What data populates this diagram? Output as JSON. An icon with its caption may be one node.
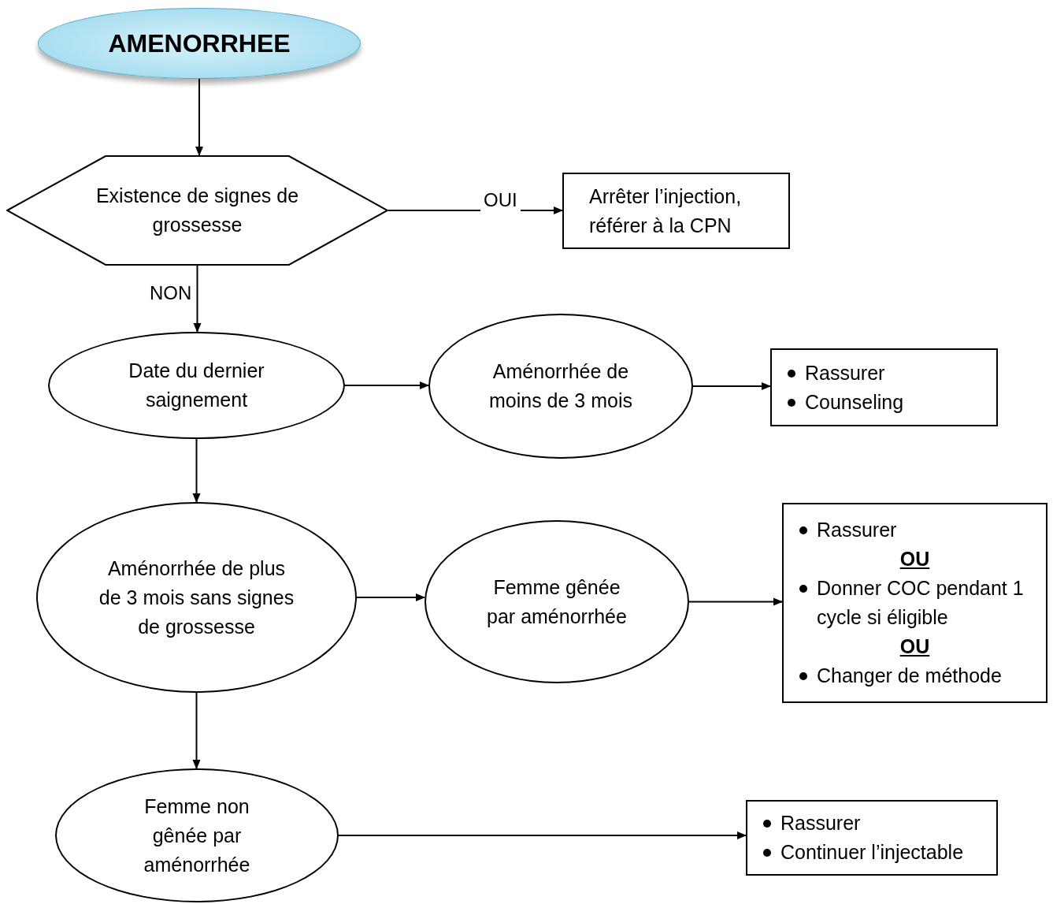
{
  "diagram": {
    "nodes": [
      {
        "text": [
          "AMENORRHEE"
        ]
      },
      {
        "text": [
          "Existence de signes de grossesse"
        ]
      },
      {
        "text": [
          "Arrêter l’injection, référer à la CPN"
        ]
      },
      {
        "text": [
          "Date du dernier saignement"
        ]
      },
      {
        "text": [
          "Aménorrhée de moins de 3 mois"
        ]
      },
      {
        "text": [
          "Rassurer",
          "Counseling"
        ]
      },
      {
        "text": [
          "Aménorrhée de plus de 3 mois sans signes de grossesse"
        ]
      },
      {
        "text": [
          "Femme gênée par aménorrhée"
        ]
      },
      {
        "text": [
          "Rassurer",
          "OU",
          "Donner COC pendant 1 cycle si éligible",
          "OU",
          "Changer de méthode"
        ]
      },
      {
        "text": [
          "Femme non gênée par aménorrhée"
        ]
      },
      {
        "text": [
          "Rassurer",
          "Continuer l’injectable"
        ]
      }
    ],
    "edges": [
      {
        "from": 0,
        "to": 1,
        "arrow": "to"
      },
      {
        "from": 1,
        "to": 2,
        "arrow": "to",
        "label": "OUI"
      },
      {
        "from": 1,
        "to": 3,
        "arrow": "to",
        "label": "NON"
      },
      {
        "from": 3,
        "to": 4,
        "arrow": "to"
      },
      {
        "from": 4,
        "to": 5,
        "arrow": "to"
      },
      {
        "from": 3,
        "to": 6,
        "arrow": "to"
      },
      {
        "from": 6,
        "to": 7,
        "arrow": "to"
      },
      {
        "from": 7,
        "to": 8,
        "arrow": "to"
      },
      {
        "from": 6,
        "to": 9,
        "arrow": "to"
      },
      {
        "from": 9,
        "to": 10,
        "arrow": "to"
      }
    ]
  }
}
